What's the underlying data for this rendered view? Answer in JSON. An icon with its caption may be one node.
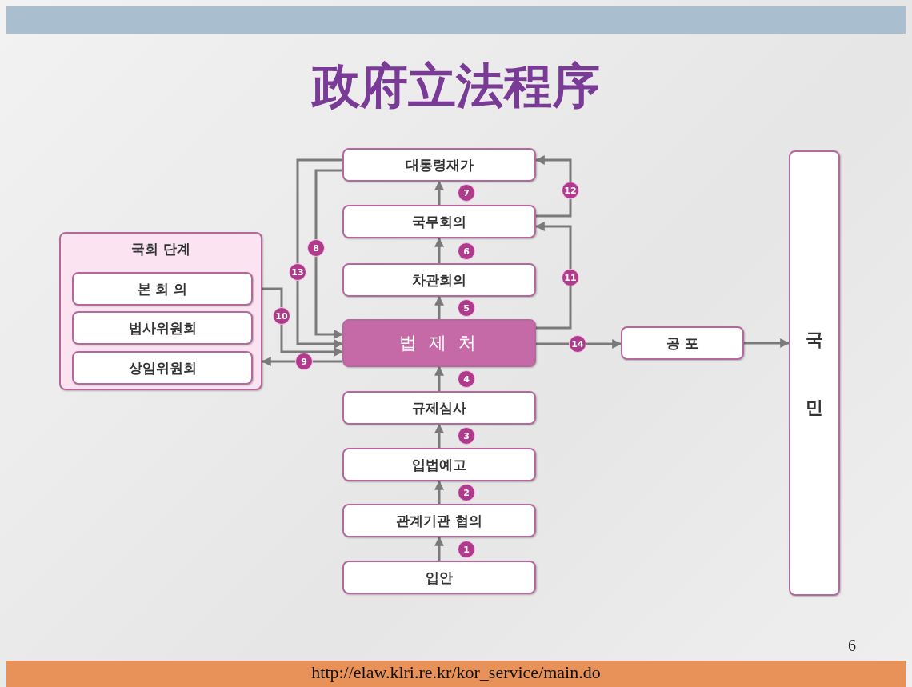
{
  "diagram": {
    "title": "政府立法程序",
    "nodes": [
      {
        "text": [
          "대통령재가"
        ]
      },
      {
        "text": [
          "국무회의"
        ]
      },
      {
        "text": [
          "국회 단계"
        ]
      },
      {
        "text": [
          "본 회 의"
        ],
        "in": 2
      },
      {
        "text": [
          "법사위원회"
        ],
        "in": 2
      },
      {
        "text": [
          "상임위원회"
        ],
        "in": 2
      },
      {
        "text": [
          "차관회의"
        ]
      },
      {
        "text": [
          "법 제 처"
        ]
      },
      {
        "text": [
          "공 포"
        ]
      },
      {
        "text": [
          "국민"
        ]
      },
      {
        "text": [
          "규제심사"
        ]
      },
      {
        "text": [
          "입법예고"
        ]
      },
      {
        "text": [
          "관계기관 협의"
        ]
      },
      {
        "text": [
          "입안"
        ]
      }
    ],
    "edges": [
      {
        "from": 13,
        "to": 12,
        "arrow": "to",
        "label": "1"
      },
      {
        "from": 12,
        "to": 11,
        "arrow": "to",
        "label": "2"
      },
      {
        "from": 11,
        "to": 10,
        "arrow": "to",
        "label": "3"
      },
      {
        "from": 10,
        "to": 7,
        "arrow": "to",
        "label": "4"
      },
      {
        "from": 7,
        "to": 6,
        "arrow": "to",
        "label": "5"
      },
      {
        "from": 6,
        "to": 1,
        "arrow": "to",
        "label": "6"
      },
      {
        "from": 1,
        "to": 0,
        "arrow": "to",
        "label": "7"
      },
      {
        "from": 0,
        "to": 7,
        "arrow": "to",
        "label": "8"
      },
      {
        "from": 7,
        "to": 2,
        "arrow": "to",
        "label": "9"
      },
      {
        "from": 3,
        "to": 7,
        "arrow": "to",
        "label": "10"
      },
      {
        "from": 7,
        "to": 1,
        "arrow": "to",
        "label": "11"
      },
      {
        "from": 1,
        "to": 0,
        "arrow": "to",
        "label": "12"
      },
      {
        "from": 0,
        "to": 7,
        "arrow": "to",
        "label": "13"
      },
      {
        "from": 7,
        "to": 8,
        "arrow": "to",
        "label": "14"
      },
      {
        "from": 8,
        "to": 9,
        "arrow": "to"
      }
    ],
    "labels": [
      "6",
      "http://elaw.klri.re.kr/kor_service/main.do"
    ]
  }
}
